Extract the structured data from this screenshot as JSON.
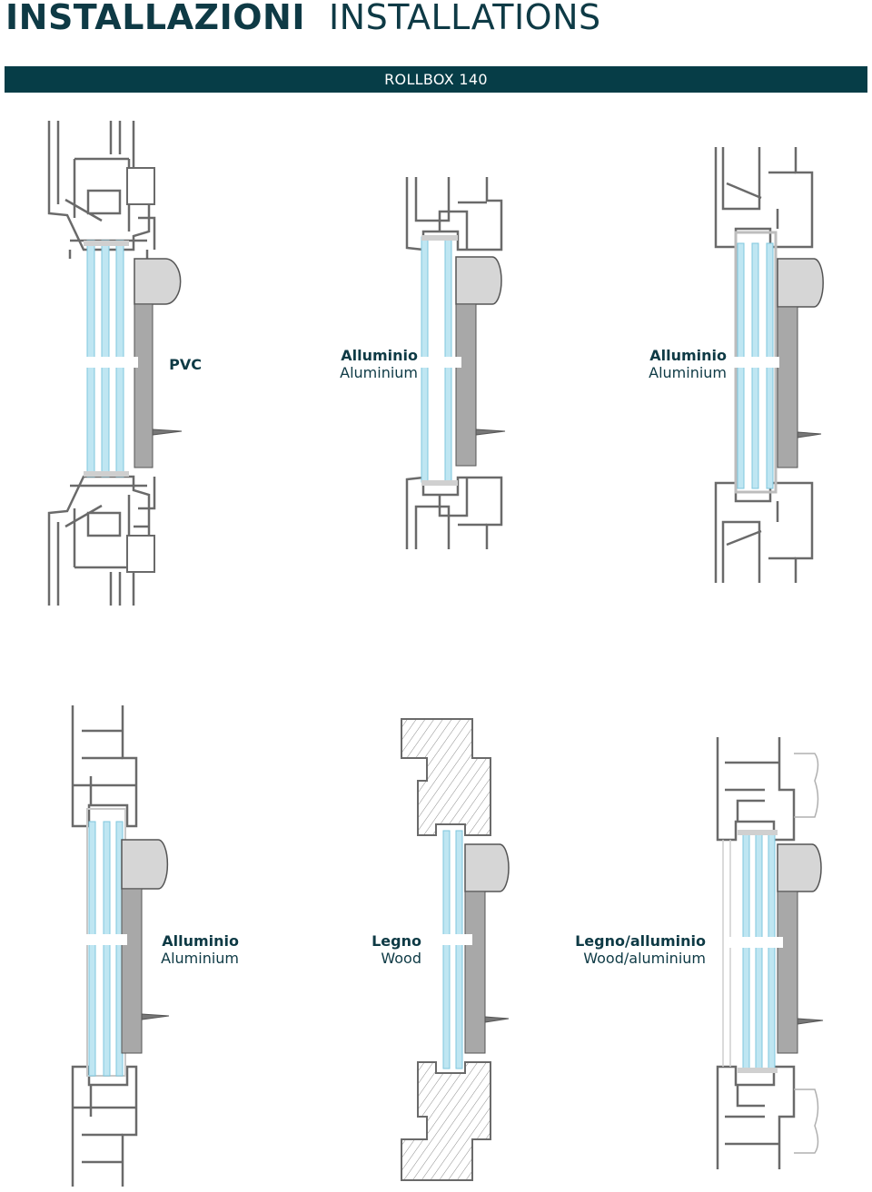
{
  "header": {
    "title_it": "INSTALLAZIONI",
    "title_en": "INSTALLATIONS",
    "banner": "ROLLBOX 140"
  },
  "installations": [
    {
      "line1": "PVC",
      "line2": ""
    },
    {
      "line1": "Alluminio",
      "line2": "Aluminium"
    },
    {
      "line1": "Alluminio",
      "line2": "Aluminium"
    },
    {
      "line1": "Alluminio",
      "line2": "Aluminium"
    },
    {
      "line1": "Legno",
      "line2": "Wood"
    },
    {
      "line1": "Legno/alluminio",
      "line2": "Wood/aluminium"
    }
  ],
  "colors": {
    "accent": "#063d47",
    "profile": "#6a6a6a",
    "glass": "#bfe6f2",
    "rollbox": "#d6d6d6"
  }
}
